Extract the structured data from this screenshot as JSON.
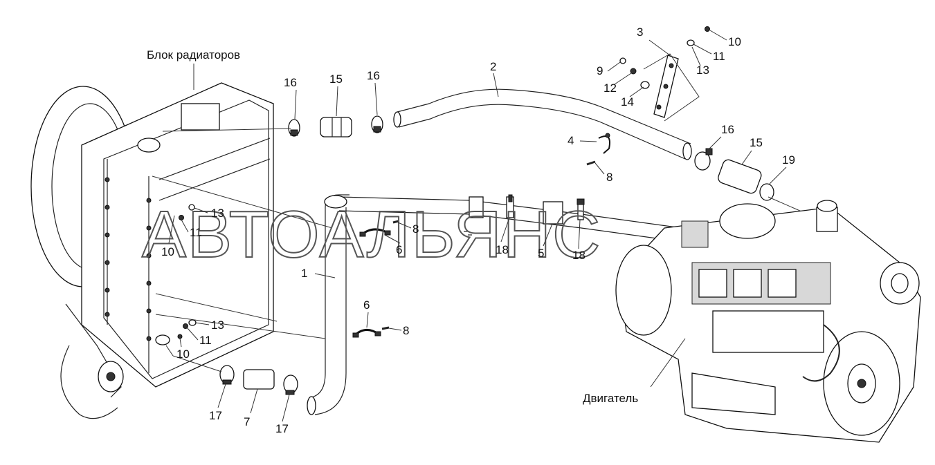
{
  "labels": {
    "radiator_block": "Блок радиаторов",
    "engine": "Двигатель",
    "watermark": "АВТОАЛЬЯНС"
  },
  "callouts": {
    "c1": "1",
    "c2": "2",
    "c3": "3",
    "c4": "4",
    "c5": "5",
    "c6a": "6",
    "c6b": "6",
    "c7": "7",
    "c8a": "8",
    "c8b": "8",
    "c8c": "8",
    "c9": "9",
    "c10a": "10",
    "c10b": "10",
    "c10c": "10",
    "c11a": "11",
    "c11b": "11",
    "c11c": "11",
    "c12": "12",
    "c13a": "13",
    "c13b": "13",
    "c13c": "13",
    "c14": "14",
    "c15a": "15",
    "c15b": "15",
    "c16a": "16",
    "c16b": "16",
    "c16c": "16",
    "c17a": "17",
    "c17b": "17",
    "c18a": "18",
    "c18b": "18",
    "c19": "19"
  }
}
